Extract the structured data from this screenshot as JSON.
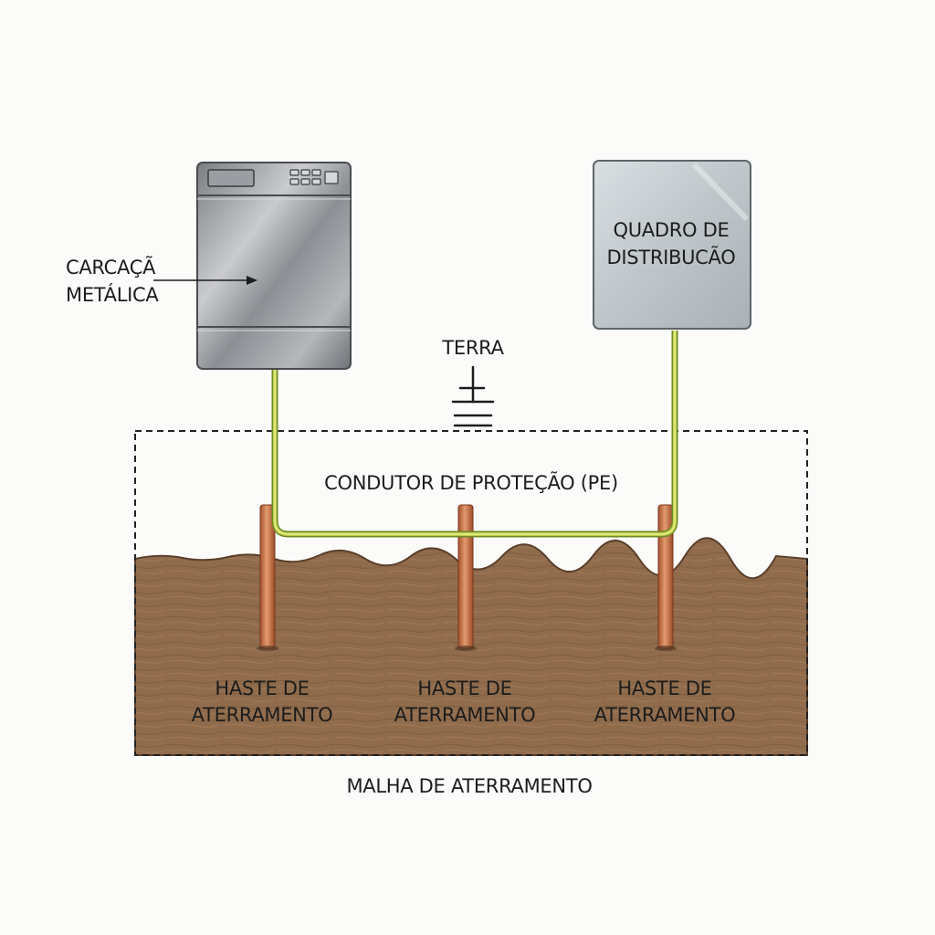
{
  "labels": {
    "carcass_line1": "CARCAÇÃ",
    "carcass_line2": "METÁLICA",
    "panel_line1": "QUADRO DE",
    "panel_line2": "DISTRIBUCÃO",
    "terra": "TERRA",
    "conductor": "CONDUTOR DE PROTEÇÃO (PE)",
    "mesh": "MALHA DE ATERRAMENTO"
  },
  "rods": [
    {
      "line1": "HASTE DE",
      "line2": "ATERRAMENTO"
    },
    {
      "line1": "HASTE DE",
      "line2": "ATERRAMENTO"
    },
    {
      "line1": "HASTE DE",
      "line2": "ATERRAMENTO"
    }
  ],
  "colors": {
    "soil": "#8f6a4b",
    "soil_edge": "#5a3f2a",
    "copper": "#c8744a",
    "pe_green": "#9bb83a",
    "pe_yellow": "#e2e27a",
    "metal": "#a4a6aa",
    "panel": "#c6ccd0"
  }
}
